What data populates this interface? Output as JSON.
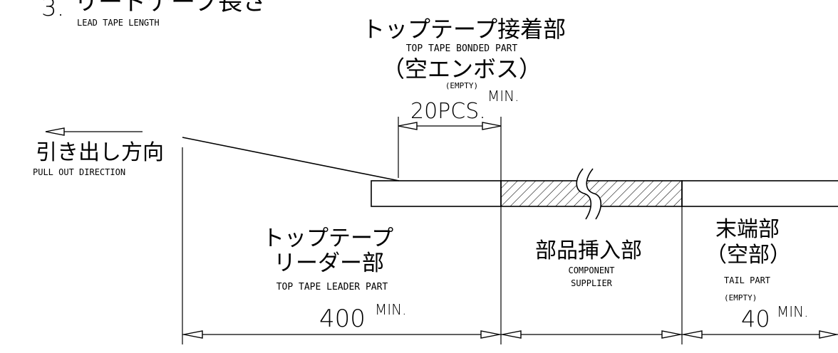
{
  "header": {
    "number": "3.",
    "title_jp": "リードテープ長さ",
    "title_en": "LEAD TAPE LENGTH"
  },
  "bonded": {
    "title_jp": "トップテープ接着部",
    "title_en": "TOP TAPE BONDED PART",
    "sub_jp": "（空エンボス）",
    "sub_en": "(EMPTY)",
    "count": "20PCS.",
    "min": "MIN."
  },
  "pull": {
    "label_jp": "引き出し方向",
    "label_en": "PULL OUT DIRECTION"
  },
  "leader": {
    "line1_jp": "トップテープ",
    "line2_jp": "リーダー部",
    "label_en": "TOP TAPE LEADER PART",
    "value": "400",
    "min": "MIN."
  },
  "component": {
    "label_jp": "部品挿入部",
    "line1_en": "COMPONENT",
    "line2_en": "SUPPLIER"
  },
  "tail": {
    "line1_jp": "末端部",
    "line2_jp": "（空部）",
    "label_en": "TAIL PART",
    "sub_en": "(EMPTY)",
    "value": "40",
    "min": "MIN."
  },
  "colors": {
    "ink": "#000000",
    "paper": "#ffffff"
  }
}
